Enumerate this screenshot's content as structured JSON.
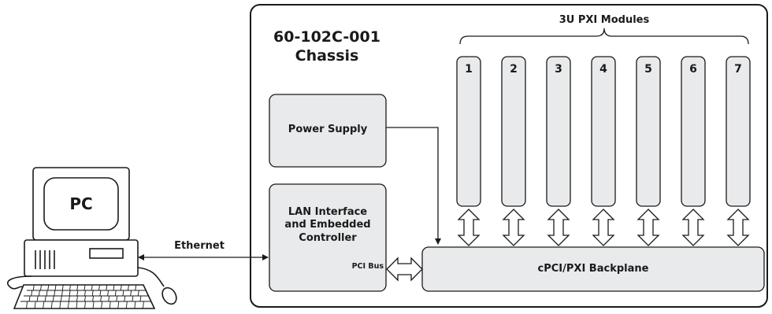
{
  "chassis": {
    "title_line1": "60-102C-001",
    "title_line2": "Chassis",
    "modules_label": "3U PXI Modules",
    "module_numbers": [
      "1",
      "2",
      "3",
      "4",
      "5",
      "6",
      "7"
    ]
  },
  "power_supply": {
    "label": "Power Supply"
  },
  "controller": {
    "line1": "LAN Interface",
    "line2": "and Embedded",
    "line3": "Controller",
    "bus_label": "PCI Bus"
  },
  "backplane": {
    "label": "cPCI/PXI Backplane"
  },
  "pc": {
    "label": "PC"
  },
  "link": {
    "label": "Ethernet"
  },
  "colors": {
    "box_fill": "#e8eaeb",
    "stroke": "#1a1a1a",
    "background": "#ffffff"
  }
}
